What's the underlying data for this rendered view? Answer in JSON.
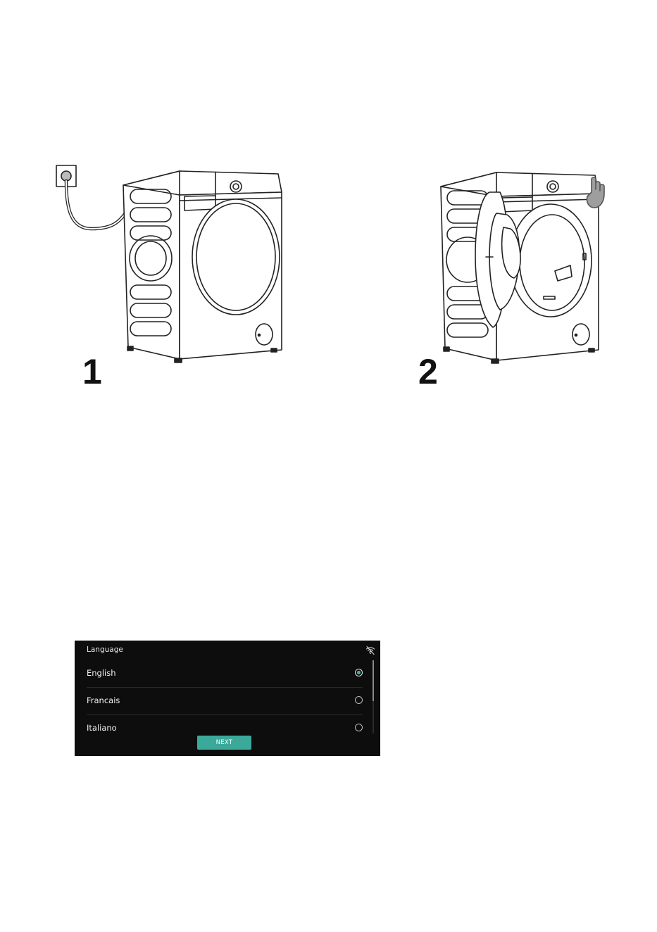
{
  "steps": [
    {
      "number": "1",
      "illustration": "washing-machine-plugged-in"
    },
    {
      "number": "2",
      "illustration": "washing-machine-door-open-with-hand"
    }
  ],
  "screen": {
    "title": "Language",
    "status_icon": "wifi-off-icon",
    "languages": [
      {
        "label": "English",
        "selected": true
      },
      {
        "label": "Francais",
        "selected": false
      },
      {
        "label": "Italiano",
        "selected": false
      }
    ],
    "next_label": "NEXT",
    "colors": {
      "background": "#0d0d0d",
      "accent": "#3aa99a"
    }
  }
}
